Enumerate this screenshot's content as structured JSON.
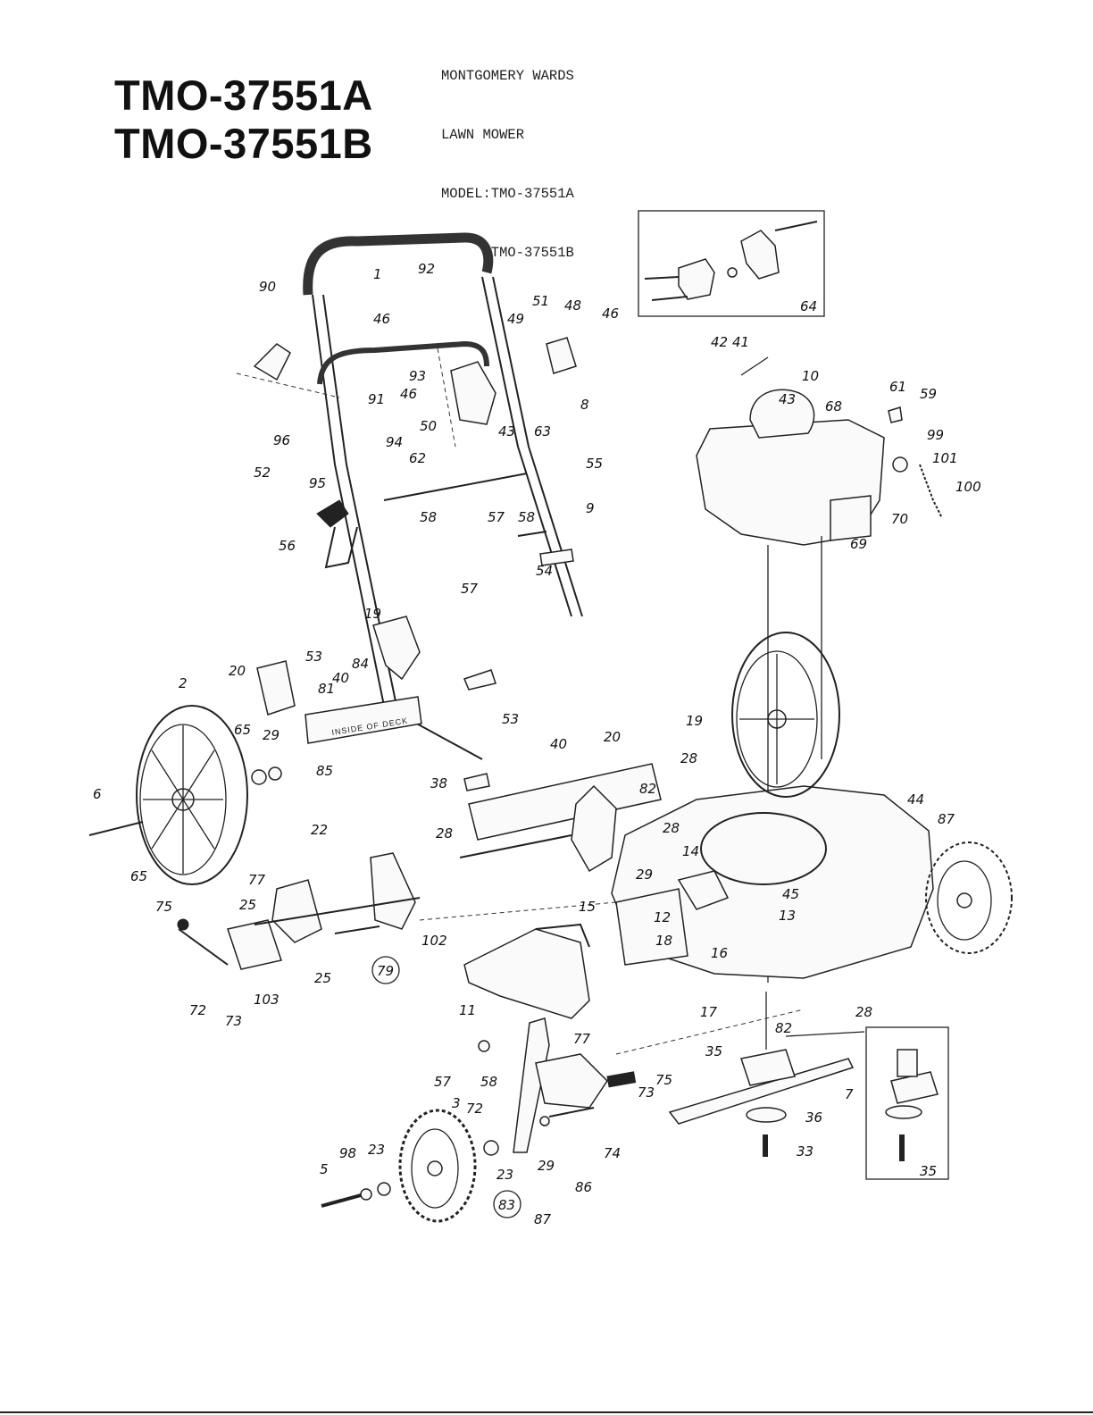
{
  "header": {
    "lines": [
      "MONTGOMERY WARDS",
      "LAWN MOWER",
      "MODEL:TMO-37551A",
      "      TMO-37551B"
    ]
  },
  "models": [
    "TMO-37551A",
    "TMO-37551B"
  ],
  "decal_text": "INSIDE OF DECK",
  "callouts": [
    "1",
    "90",
    "92",
    "46",
    "49",
    "51",
    "48",
    "46",
    "93",
    "46",
    "50",
    "63",
    "8",
    "43",
    "91",
    "96",
    "52",
    "94",
    "95",
    "62",
    "55",
    "58",
    "57",
    "58",
    "56",
    "57",
    "9",
    "54",
    "19",
    "53",
    "20",
    "84",
    "40",
    "81",
    "85",
    "2",
    "65",
    "29",
    "6",
    "65",
    "53",
    "38",
    "40",
    "20",
    "28",
    "82",
    "19",
    "44",
    "87",
    "28",
    "29",
    "14",
    "45",
    "22",
    "28",
    "77",
    "25",
    "102",
    "75",
    "72",
    "73",
    "103",
    "25",
    "79",
    "15",
    "12",
    "13",
    "18",
    "16",
    "17",
    "11",
    "82",
    "28",
    "35",
    "7",
    "36",
    "33",
    "35",
    "57",
    "58",
    "77",
    "75",
    "72",
    "73",
    "3",
    "74",
    "86",
    "29",
    "23",
    "98",
    "23",
    "5",
    "83",
    "87",
    "42",
    "41",
    "43",
    "10",
    "68",
    "61",
    "59",
    "99",
    "101",
    "100",
    "70",
    "69",
    "64"
  ]
}
